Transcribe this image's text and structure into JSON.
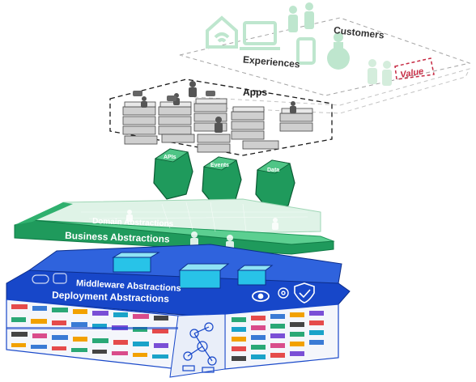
{
  "top": {
    "customers": "Customers",
    "experiences": "Experiences",
    "value": "Value"
  },
  "apps": {
    "label": "Apps"
  },
  "integration": {
    "apis": "APIs",
    "events": "Events",
    "data": "Data"
  },
  "business": {
    "domain": "Domain Abstractions",
    "business": "Business Abstractions"
  },
  "infrastructure": {
    "middleware": "Middleware Abstractions",
    "deployment": "Deployment Abstractions"
  },
  "colors": {
    "green": "#1f9a5c",
    "green_light": "#5ccf91",
    "blue": "#1747c9",
    "blue_light": "#2f63dd",
    "cyan": "#28c3e8",
    "gray_server": "#c9c9c9",
    "value_red": "#c0142f",
    "faint_green": "#b8e4c9"
  },
  "icons": [
    "house-icon",
    "laptop-icon",
    "phone-icon",
    "ar-headset-icon",
    "people-icon",
    "eye-icon",
    "shield-icon",
    "gear-icon"
  ]
}
